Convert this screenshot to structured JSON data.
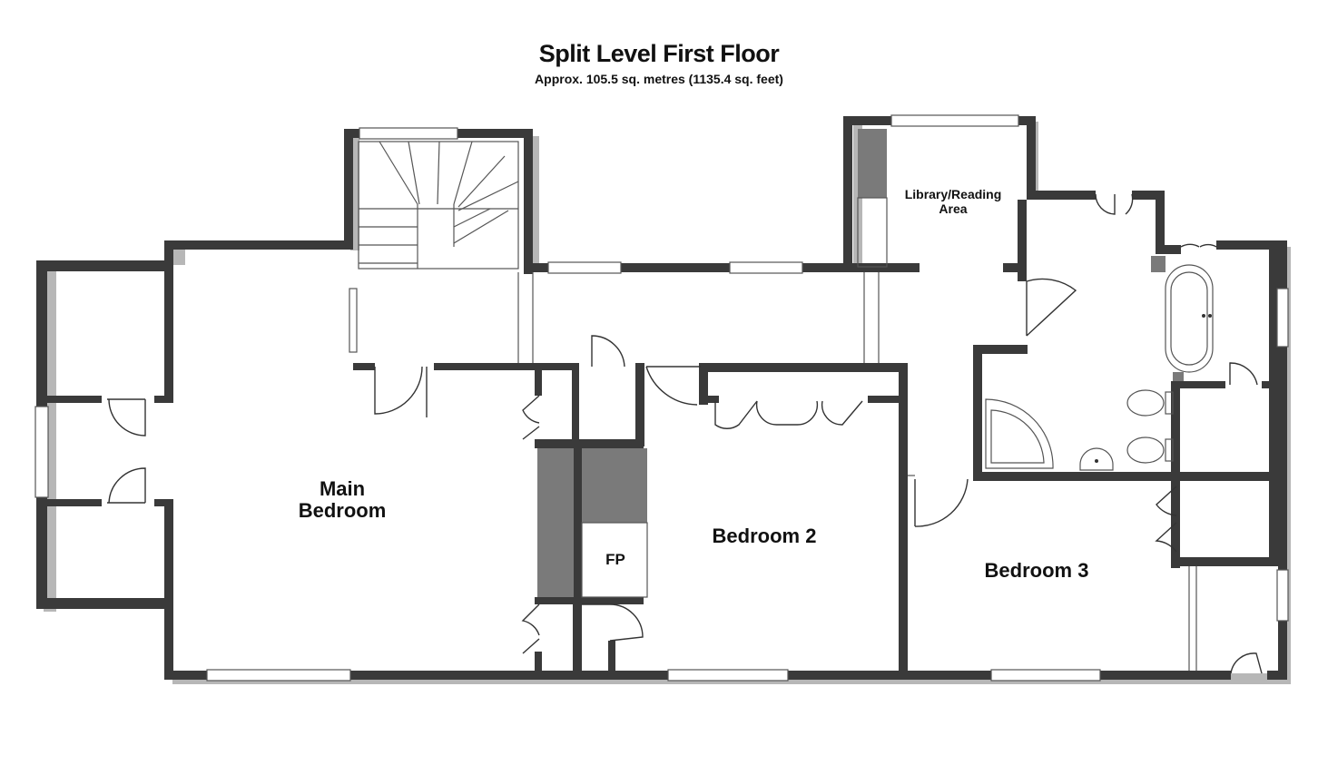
{
  "floor": {
    "title": "Split Level First Floor",
    "subtitle": "Approx. 105.5 sq. metres (1135.4 sq. feet)"
  },
  "rooms": {
    "main_bedroom_line1": "Main",
    "main_bedroom_line2": "Bedroom",
    "bedroom_2": "Bedroom 2",
    "bedroom_3": "Bedroom 3",
    "library_line1": "Library/Reading",
    "library_line2": "Area",
    "fireplace": "FP"
  },
  "colors": {
    "wall": "#3a3a3a",
    "fill": "#7a7a7a"
  }
}
